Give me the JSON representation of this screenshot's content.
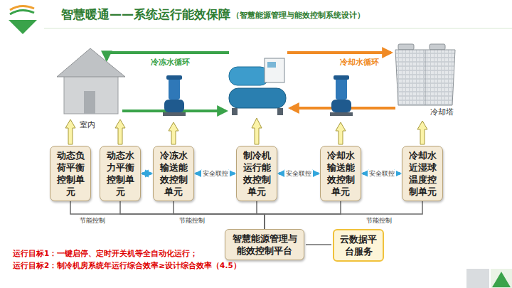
{
  "diagram": {
    "title": "智慧暖通——系统运行能效保障",
    "nodes": [
      {
        "text": [
          "动态负荷平衡控制单元"
        ]
      },
      {
        "text": [
          "动态水力平衡控制单元"
        ]
      },
      {
        "text": [
          "冷冻水输送能效控制单元"
        ]
      },
      {
        "text": [
          "制冷机运行能效控制单元"
        ]
      },
      {
        "text": [
          "冷却水输送能效控制单元"
        ]
      },
      {
        "text": [
          "冷却水近湿球温度控制单元"
        ]
      },
      {
        "text": [
          "智慧能源管理与能效控制平台"
        ]
      },
      {
        "text": [
          "云数据平台服务"
        ]
      }
    ],
    "edges": [
      {
        "from": 1,
        "to": 2,
        "arrow": "both"
      },
      {
        "from": 2,
        "to": 3,
        "label": "安全联控",
        "arrow": "both"
      },
      {
        "from": 3,
        "to": 4,
        "label": "安全联控",
        "arrow": "both"
      },
      {
        "from": 4,
        "to": 5,
        "label": "安全联控",
        "arrow": "both"
      },
      {
        "from": 6,
        "to": 0,
        "arrow": "none"
      },
      {
        "from": 6,
        "to": 1,
        "arrow": "none"
      },
      {
        "from": 6,
        "to": 2,
        "arrow": "none"
      },
      {
        "from": 6,
        "to": 3,
        "arrow": "none"
      },
      {
        "from": 6,
        "to": 4,
        "arrow": "none"
      },
      {
        "from": 6,
        "to": 5,
        "arrow": "none"
      },
      {
        "from": 6,
        "to": 7,
        "arrow": "none"
      }
    ],
    "labels": [
      "（智慧能源管理与能效控制系统设计）",
      "冷冻水循环",
      "冷却水循环",
      "室内",
      "冷却塔",
      "节能控制",
      "节能控制",
      "节能控制",
      "运行目标1：一键启停、定时开关机等全自动化运行；",
      "运行目标2：制冷机房系统年运行综合效率≥设计综合效率（4.5）"
    ]
  }
}
